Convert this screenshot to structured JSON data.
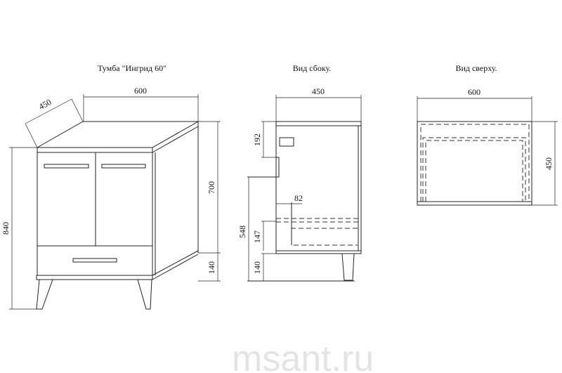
{
  "front_view": {
    "title": "Тумба \"Ингрид 60\"",
    "dim_width": "600",
    "dim_depth": "450",
    "dim_total_height": "840",
    "dim_body_height": "700",
    "dim_leg_height": "140"
  },
  "side_view": {
    "title": "Вид сбоку.",
    "dim_depth": "450",
    "dim_192": "192",
    "dim_548": "548",
    "dim_147": "147",
    "dim_140": "140",
    "dim_82": "82"
  },
  "top_view": {
    "title": "Вид сверху.",
    "dim_width": "600",
    "dim_depth": "450"
  },
  "watermark": "msant.ru"
}
